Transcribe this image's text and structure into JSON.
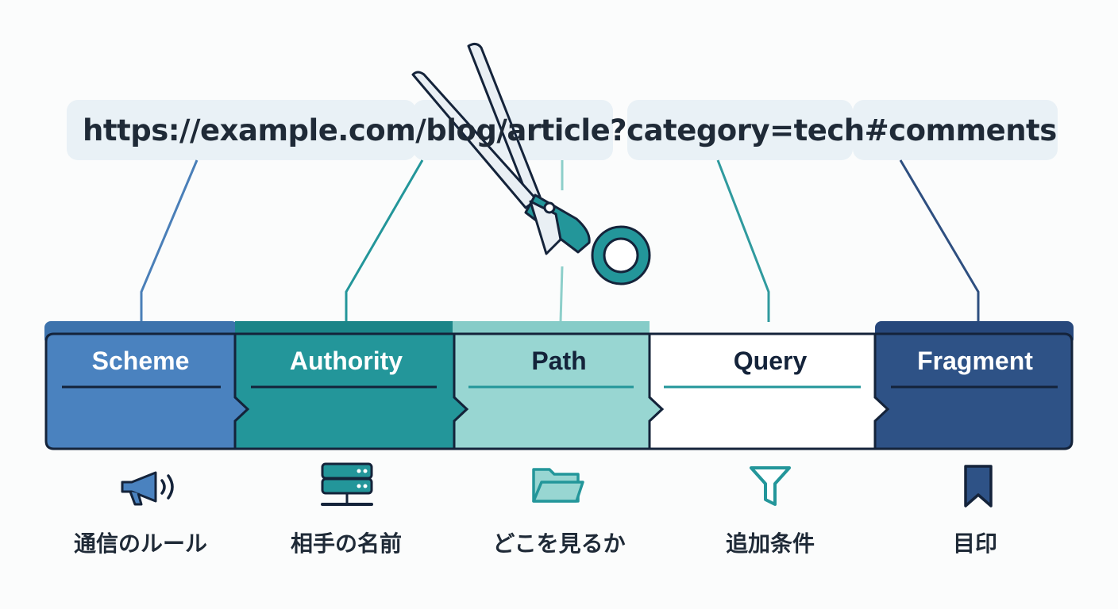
{
  "url": {
    "scheme_part": "https://",
    "authority_part": "example.com",
    "path_part": "/blog/article",
    "query_part": "?category=tech",
    "fragment_part": "#comments"
  },
  "segments": [
    {
      "label": "Scheme",
      "description": "通信のルール",
      "icon": "megaphone-icon",
      "color": "#4a82bf"
    },
    {
      "label": "Authority",
      "description": "相手の名前",
      "icon": "server-icon",
      "color": "#23969a"
    },
    {
      "label": "Path",
      "description": "どこを見るか",
      "icon": "folder-icon",
      "color": "#98d6d2"
    },
    {
      "label": "Query",
      "description": "追加条件",
      "icon": "filter-icon",
      "color": "#ffffff"
    },
    {
      "label": "Fragment",
      "description": "目印",
      "icon": "bookmark-icon",
      "color": "#2e5286"
    }
  ],
  "decoration": {
    "icon": "scissors-icon",
    "accent": "#23969a",
    "outline": "#14233a"
  }
}
